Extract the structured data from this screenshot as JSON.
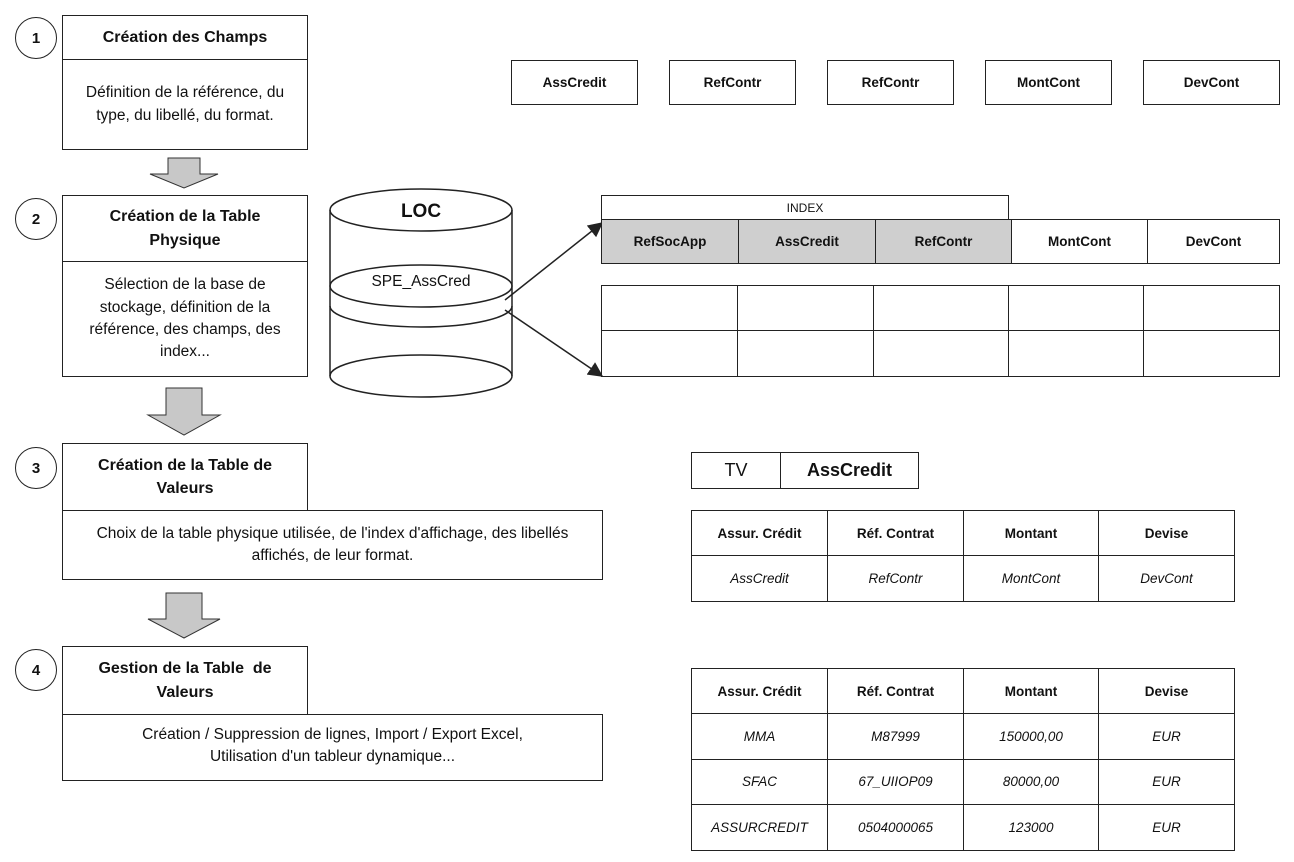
{
  "steps": [
    {
      "number": "1",
      "title": "Création des Champs",
      "description": "Définition de la référence, du type, du libellé, du format."
    },
    {
      "number": "2",
      "title": "Création de la Table Physique",
      "description": "Sélection de la base de stockage, définition de la référence, des champs, des index..."
    },
    {
      "number": "3",
      "title": "Création de la Table de Valeurs",
      "description": "Choix de la table physique utilisée, de l'index d'affichage, des libellés affichés, de leur format."
    },
    {
      "number": "4",
      "title": "Gestion de la Table  de Valeurs",
      "description": "Création / Suppression de lignes, Import / Export Excel, Utilisation d'un tableur dynamique..."
    }
  ],
  "fields": [
    "AssCredit",
    "RefContr",
    "RefContr",
    "MontCont",
    "DevCont"
  ],
  "database": {
    "name": "LOC",
    "table": "SPE_AssCred"
  },
  "physical_table": {
    "index_label": "INDEX",
    "columns": [
      "RefSocApp",
      "AssCredit",
      "RefContr",
      "MontCont",
      "DevCont"
    ],
    "index_count": 3
  },
  "value_table": {
    "tag": "TV",
    "name": "AssCredit",
    "headers": [
      "Assur. Crédit",
      "Réf. Contrat",
      "Montant",
      "Devise"
    ],
    "mapping": [
      "AssCredit",
      "RefContr",
      "MontCont",
      "DevCont"
    ]
  },
  "data_table": {
    "headers": [
      "Assur. Crédit",
      "Réf. Contrat",
      "Montant",
      "Devise"
    ],
    "rows": [
      [
        "MMA",
        "M87999",
        "150000,00",
        "EUR"
      ],
      [
        "SFAC",
        "67_UIIOP09",
        "80000,00",
        "EUR"
      ],
      [
        "ASSURCREDIT",
        "0504000065",
        "123000",
        "EUR"
      ]
    ]
  },
  "colors": {
    "line": "#222222",
    "index_fill": "#cfcfcf",
    "arrow_fill": "#c8c8c8"
  }
}
